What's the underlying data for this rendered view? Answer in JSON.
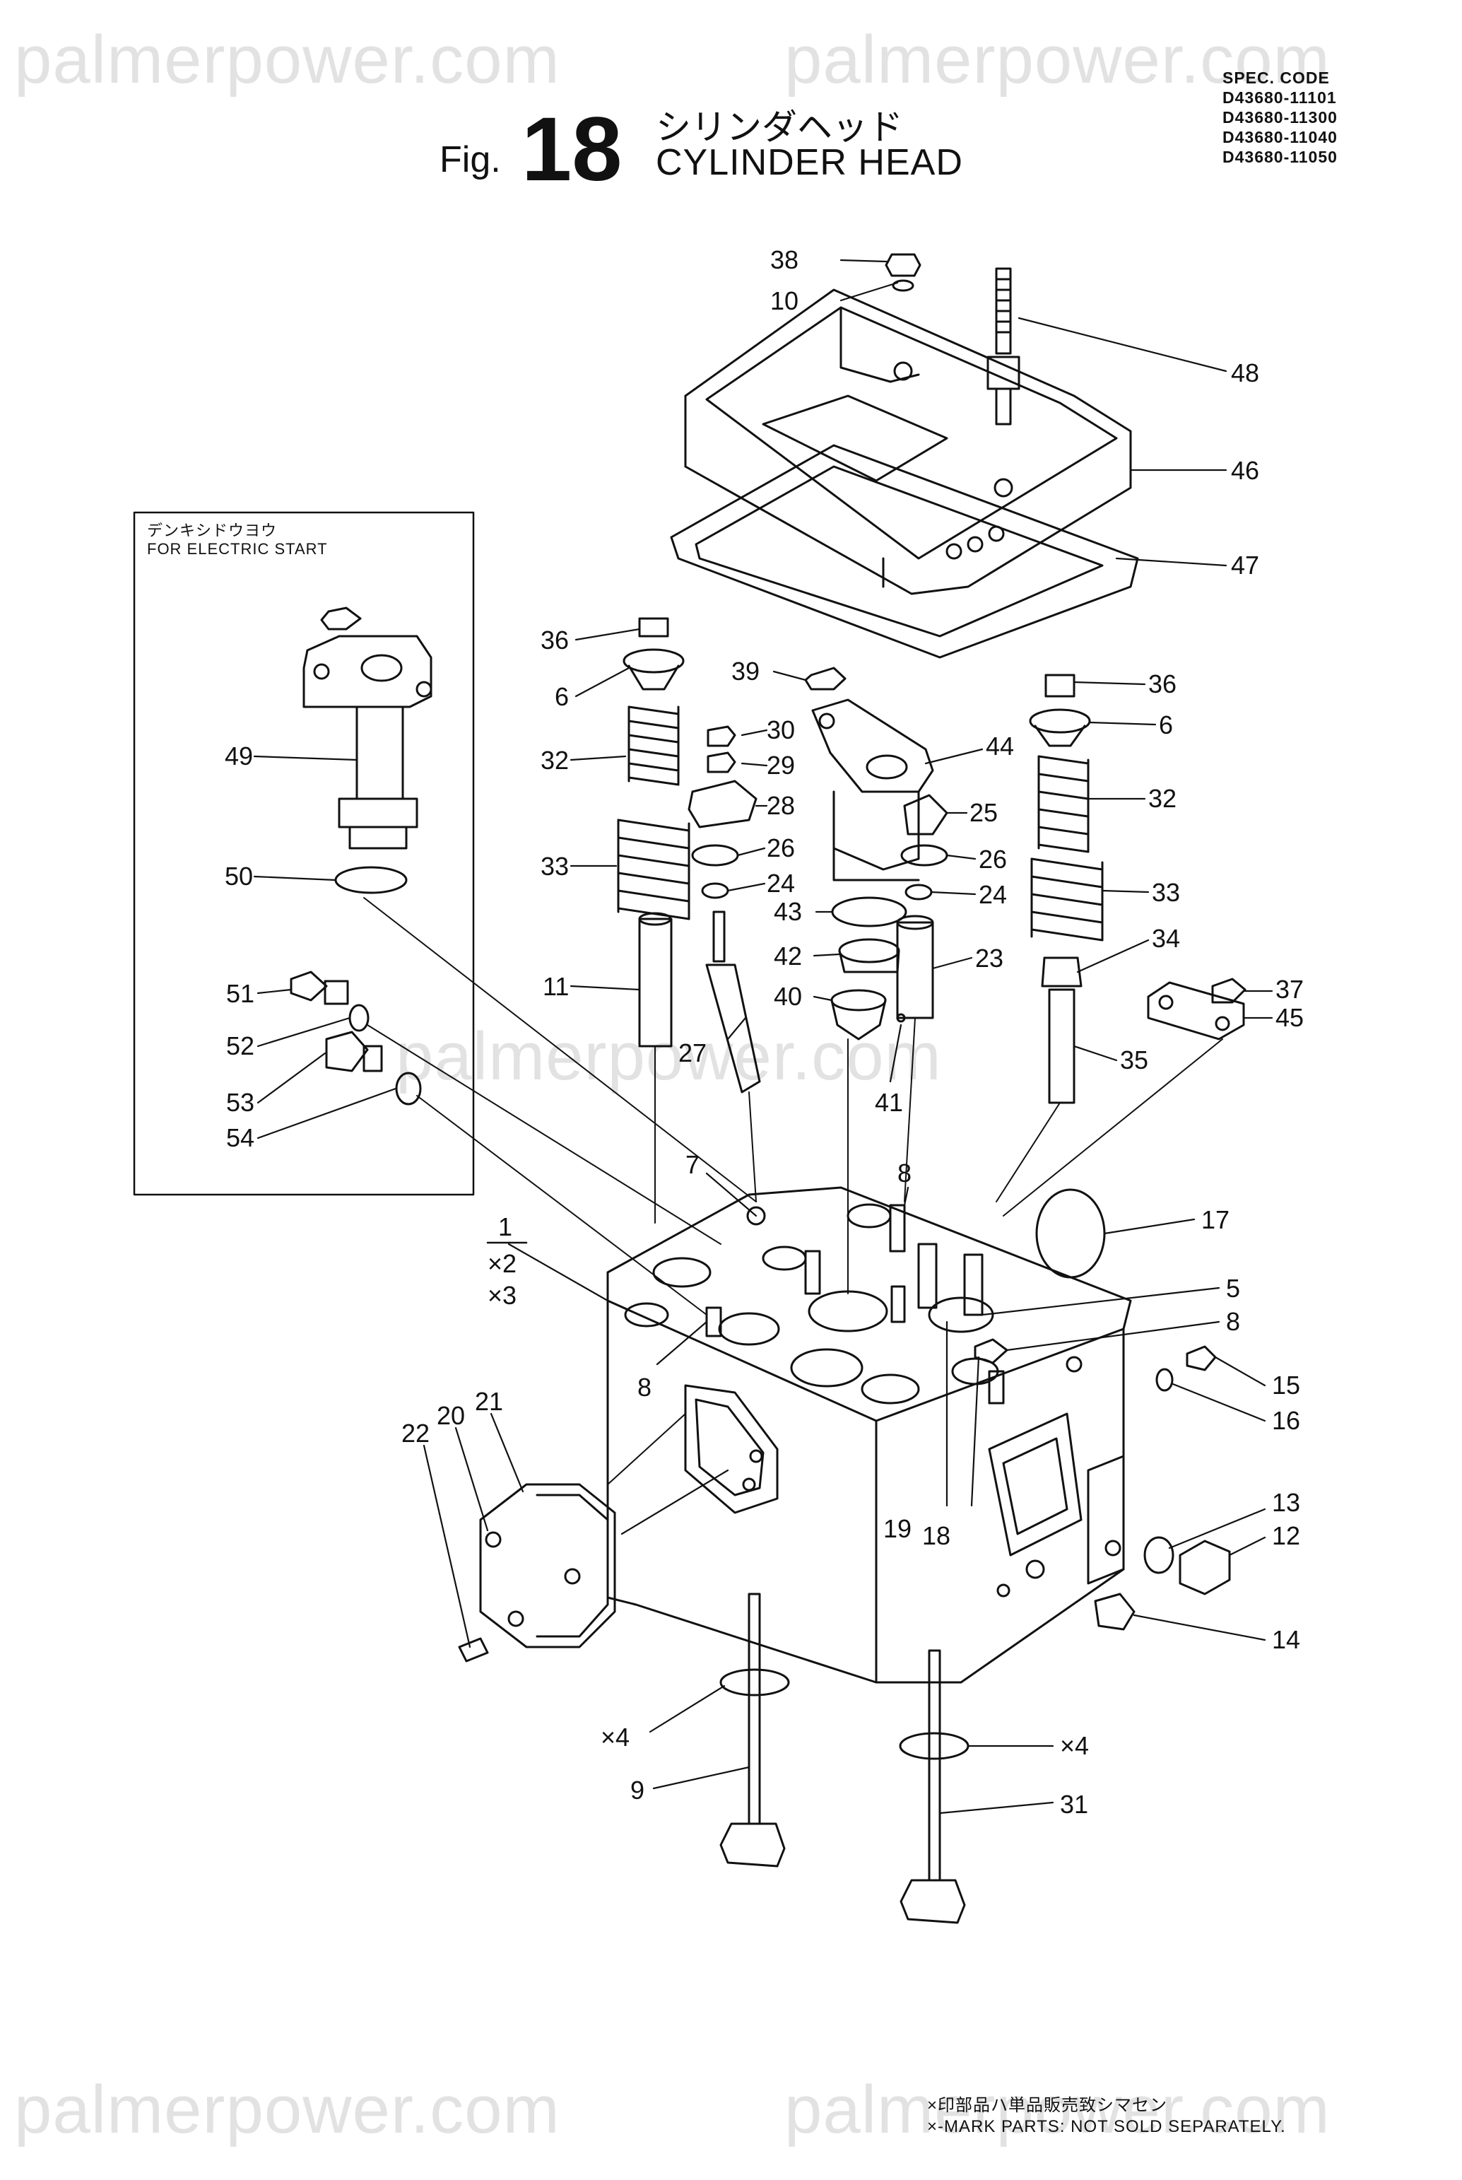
{
  "watermark": "palmerpower.com",
  "header": {
    "fig_prefix": "Fig.",
    "fig_number": "18",
    "title_jp": "シリンダヘッド",
    "title_en": "CYLINDER HEAD"
  },
  "spec": {
    "label": "SPEC. CODE",
    "codes": [
      "D43680-11101",
      "D43680-11300",
      "D43680-11040",
      "D43680-11050"
    ]
  },
  "inset": {
    "label_jp": "デンキシドウヨウ",
    "label_en": "FOR ELECTRIC START"
  },
  "callouts": {
    "c38": "38",
    "c10": "10",
    "c48": "48",
    "c46": "46",
    "c47": "47",
    "c36a": "36",
    "c6a": "6",
    "c32a": "32",
    "c33a": "33",
    "c11": "11",
    "c27": "27",
    "c39": "39",
    "c30": "30",
    "c29": "29",
    "c28": "28",
    "c26a": "26",
    "c24a": "24",
    "c43": "43",
    "c42": "42",
    "c40": "40",
    "c41": "41",
    "c44": "44",
    "c25": "25",
    "c26b": "26",
    "c24b": "24",
    "c23": "23",
    "c36b": "36",
    "c6b": "6",
    "c32b": "32",
    "c33b": "33",
    "c34": "34",
    "c35": "35",
    "c37": "37",
    "c45": "45",
    "c49": "49",
    "c50": "50",
    "c51": "51",
    "c52": "52",
    "c53": "53",
    "c54": "54",
    "c7": "7",
    "c8a": "8",
    "c17": "17",
    "c5": "5",
    "c8b": "8",
    "c8c": "8",
    "c1": "1",
    "x2": "×2",
    "x3": "×3",
    "c15": "15",
    "c16": "16",
    "c13": "13",
    "c12": "12",
    "c14": "14",
    "c19": "19",
    "c18": "18",
    "c22": "22",
    "c20": "20",
    "c21": "21",
    "x4a": "×4",
    "x4b": "×4",
    "c9": "9",
    "c31": "31"
  },
  "footer": {
    "note_jp": "×印部品ハ単品販売致シマセン",
    "note_en": "×-MARK PARTS: NOT SOLD SEPARATELY."
  }
}
